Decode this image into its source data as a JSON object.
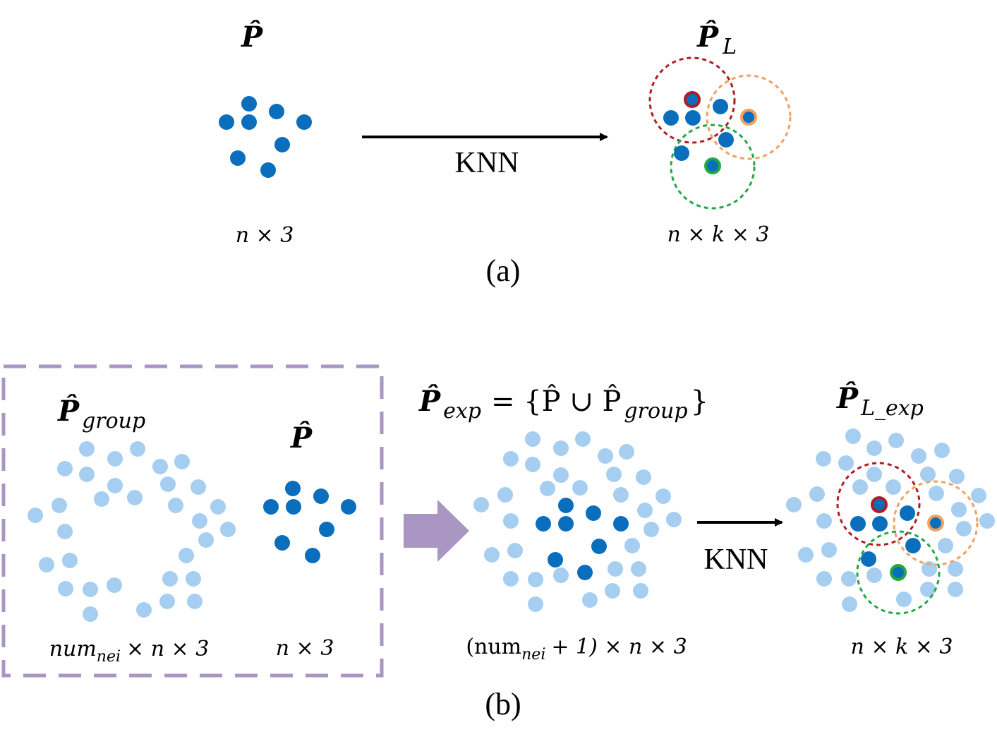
{
  "colors": {
    "dark_point": "#0a6ebd",
    "light_point": "#a6cef0",
    "red_circle": "#b01c22",
    "orange_circle": "#f0a060",
    "green_circle": "#22a845",
    "box_border": "#a996c2",
    "big_arrow": "#a996c2",
    "arrow": "#000000"
  },
  "panel_a": {
    "input_symbol": "P̂",
    "output_symbol": "P̂",
    "output_subscript": "L",
    "arrow_label": "KNN",
    "input_dims": "n × 3",
    "output_dims": "n × k × 3",
    "caption": "(a)"
  },
  "panel_b": {
    "group_symbol": "P̂",
    "group_subscript": "group",
    "p_symbol": "P̂",
    "exp_symbol": "P̂",
    "exp_subscript": "exp",
    "equation_rhs": "= {P̂ ∪ P̂",
    "equation_rhs_subscript": "group",
    "equation_close": "}",
    "output_symbol": "P̂",
    "output_subscript": "L_exp",
    "arrow_label": "KNN",
    "group_dims_prefix": "num",
    "group_dims_subscript": "nei",
    "group_dims_suffix": "× n × 3",
    "p_dims": "n × 3",
    "exp_dims_prefix": "(num",
    "exp_dims_subscript": "nei",
    "exp_dims_suffix": "+ 1) × n × 3",
    "output_dims": "n × k × 3",
    "caption": "(b)"
  }
}
